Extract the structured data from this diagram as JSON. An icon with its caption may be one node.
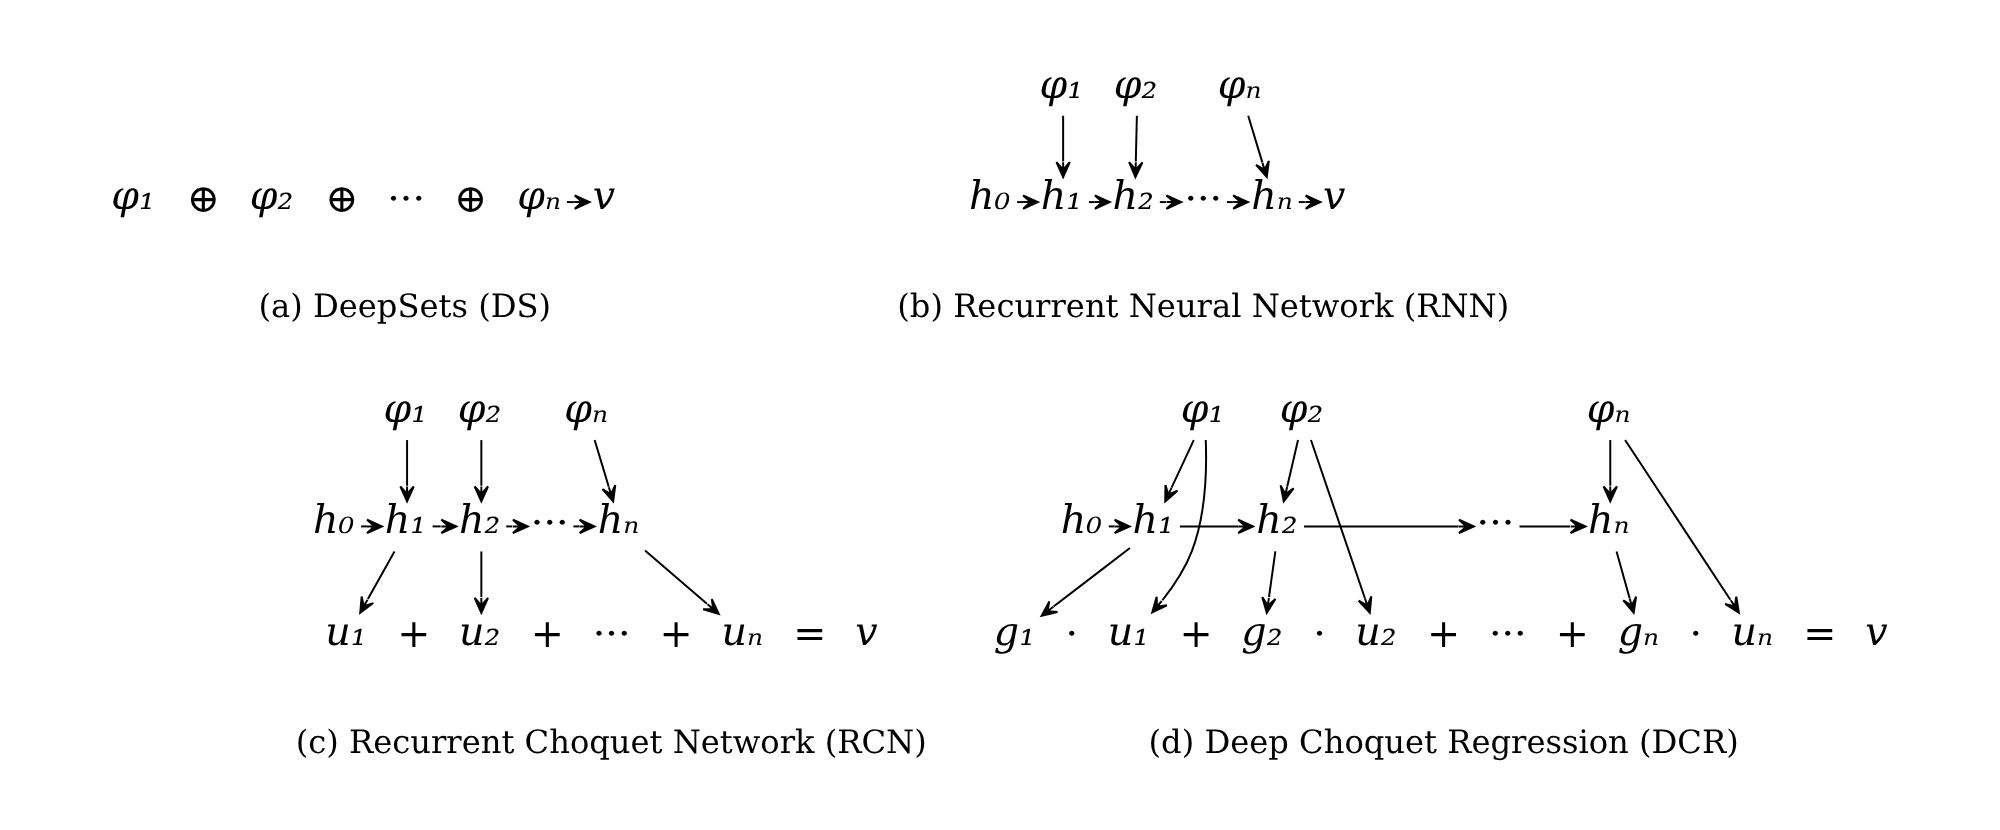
{
  "diagram": {
    "nodes": [
      {
        "text": [
          "φ₁"
        ]
      },
      {
        "text": [
          "φ₂"
        ]
      },
      {
        "text": [
          "φₙ"
        ]
      },
      {
        "text": [
          "v"
        ]
      },
      {
        "text": [
          "φ₁"
        ]
      },
      {
        "text": [
          "φ₂"
        ]
      },
      {
        "text": [
          "φₙ"
        ]
      },
      {
        "text": [
          "h₀"
        ]
      },
      {
        "text": [
          "h₁"
        ]
      },
      {
        "text": [
          "h₂"
        ]
      },
      {
        "text": [
          "···"
        ]
      },
      {
        "text": [
          "hₙ"
        ]
      },
      {
        "text": [
          "v"
        ]
      },
      {
        "text": [
          "φ₁"
        ]
      },
      {
        "text": [
          "φ₂"
        ]
      },
      {
        "text": [
          "φₙ"
        ]
      },
      {
        "text": [
          "h₀"
        ]
      },
      {
        "text": [
          "h₁"
        ]
      },
      {
        "text": [
          "h₂"
        ]
      },
      {
        "text": [
          "···"
        ]
      },
      {
        "text": [
          "hₙ"
        ]
      },
      {
        "text": [
          "u₁"
        ]
      },
      {
        "text": [
          "u₂"
        ]
      },
      {
        "text": [
          "uₙ"
        ]
      },
      {
        "text": [
          "φ₁"
        ]
      },
      {
        "text": [
          "φ₂"
        ]
      },
      {
        "text": [
          "φₙ"
        ]
      },
      {
        "text": [
          "h₀"
        ]
      },
      {
        "text": [
          "h₁"
        ]
      },
      {
        "text": [
          "h₂"
        ]
      },
      {
        "text": [
          "···"
        ]
      },
      {
        "text": [
          "hₙ"
        ]
      },
      {
        "text": [
          "g₁"
        ]
      },
      {
        "text": [
          "u₁"
        ]
      },
      {
        "text": [
          "g₂"
        ]
      },
      {
        "text": [
          "u₂"
        ]
      },
      {
        "text": [
          "gₙ"
        ]
      },
      {
        "text": [
          "uₙ"
        ]
      }
    ],
    "edges": [
      {
        "from": 2,
        "to": 3,
        "arrow": "to"
      },
      {
        "from": 4,
        "to": 8,
        "arrow": "to"
      },
      {
        "from": 5,
        "to": 9,
        "arrow": "to"
      },
      {
        "from": 6,
        "to": 11,
        "arrow": "to"
      },
      {
        "from": 7,
        "to": 8,
        "arrow": "to"
      },
      {
        "from": 8,
        "to": 9,
        "arrow": "to"
      },
      {
        "from": 9,
        "to": 10,
        "arrow": "to"
      },
      {
        "from": 10,
        "to": 11,
        "arrow": "to"
      },
      {
        "from": 11,
        "to": 12,
        "arrow": "to"
      },
      {
        "from": 13,
        "to": 17,
        "arrow": "to"
      },
      {
        "from": 14,
        "to": 18,
        "arrow": "to"
      },
      {
        "from": 15,
        "to": 20,
        "arrow": "to"
      },
      {
        "from": 16,
        "to": 17,
        "arrow": "to"
      },
      {
        "from": 17,
        "to": 18,
        "arrow": "to"
      },
      {
        "from": 18,
        "to": 19,
        "arrow": "to"
      },
      {
        "from": 19,
        "to": 20,
        "arrow": "to"
      },
      {
        "from": 17,
        "to": 21,
        "arrow": "to"
      },
      {
        "from": 18,
        "to": 22,
        "arrow": "to"
      },
      {
        "from": 20,
        "to": 23,
        "arrow": "to"
      },
      {
        "from": 24,
        "to": 28,
        "arrow": "to"
      },
      {
        "from": 24,
        "to": 33,
        "arrow": "to"
      },
      {
        "from": 25,
        "to": 29,
        "arrow": "to"
      },
      {
        "from": 25,
        "to": 35,
        "arrow": "to"
      },
      {
        "from": 26,
        "to": 31,
        "arrow": "to"
      },
      {
        "from": 26,
        "to": 37,
        "arrow": "to"
      },
      {
        "from": 27,
        "to": 28,
        "arrow": "to"
      },
      {
        "from": 28,
        "to": 29,
        "arrow": "to"
      },
      {
        "from": 29,
        "to": 30,
        "arrow": "to"
      },
      {
        "from": 30,
        "to": 31,
        "arrow": "to"
      },
      {
        "from": 28,
        "to": 32,
        "arrow": "to"
      },
      {
        "from": 29,
        "to": 34,
        "arrow": "to"
      },
      {
        "from": 31,
        "to": 36,
        "arrow": "to"
      }
    ],
    "labels": [
      "⊕",
      "⊕",
      "···",
      "⊕",
      "(a) DeepSets (DS)",
      "(b) Recurrent Neural Network (RNN)",
      "+",
      "+",
      "···",
      "+",
      "=",
      "v",
      "(c) Recurrent Choquet Network (RCN)",
      "·",
      "+",
      "·",
      "+",
      "···",
      "+",
      "·",
      "=",
      "v",
      "(d) Deep Choquet Regression (DCR)"
    ]
  }
}
